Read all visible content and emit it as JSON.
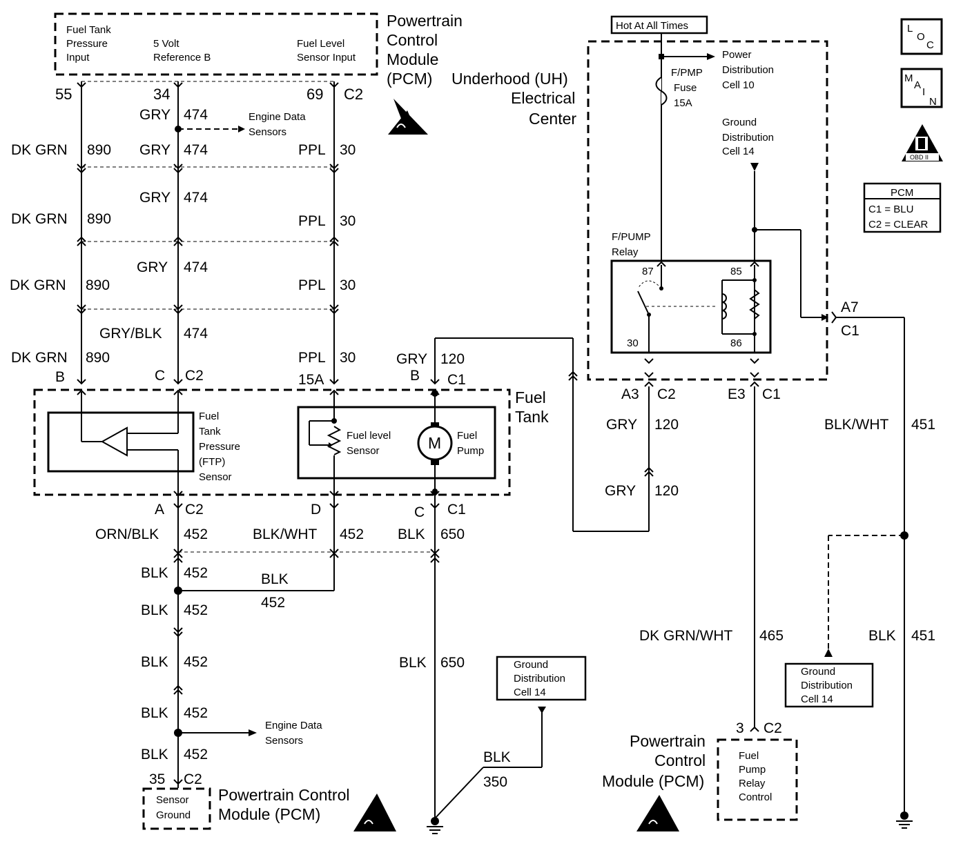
{
  "pcm_top": {
    "pin_labels": [
      "Fuel Tank",
      "Pressure",
      "Input",
      "5 Volt",
      "Reference B",
      "Fuel Level",
      "Sensor Input"
    ],
    "title": [
      "Powertrain",
      "Control",
      "Module",
      "(PCM)"
    ],
    "pins": [
      "55",
      "34",
      "69",
      "C2"
    ]
  },
  "wires_left": {
    "engine_data_top": [
      "Engine Data",
      "Sensors"
    ],
    "rows": [
      [
        "GRY",
        "474"
      ],
      [
        "DK GRN",
        "890",
        "GRY",
        "474",
        "PPL",
        "30"
      ],
      [
        "GRY",
        "474"
      ],
      [
        "DK GRN",
        "890",
        "PPL",
        "30"
      ],
      [
        "GRY",
        "474"
      ],
      [
        "DK GRN",
        "890",
        "PPL",
        "30"
      ],
      [
        "GRY/BLK",
        "474"
      ],
      [
        "DK GRN",
        "890",
        "PPL",
        "30",
        "GRY",
        "120"
      ]
    ],
    "connector_top": [
      "B",
      "C",
      "C2",
      "15A",
      "B",
      "C1"
    ]
  },
  "fuel_tank": {
    "title": [
      "Fuel",
      "Tank"
    ],
    "ftp": [
      "Fuel",
      "Tank",
      "Pressure",
      "(FTP)",
      "Sensor"
    ],
    "level": [
      "Fuel level",
      "Sensor"
    ],
    "pump": [
      "Fuel",
      "Pump"
    ],
    "motor": "M"
  },
  "bottom_left": {
    "connector": [
      "A",
      "C2",
      "D",
      "C",
      "C1"
    ],
    "rows": [
      [
        "ORN/BLK",
        "452",
        "BLK/WHT",
        "452",
        "BLK",
        "650"
      ],
      [
        "BLK",
        "452",
        "BLK",
        "452"
      ],
      [
        "BLK",
        "452"
      ],
      [
        "BLK",
        "452",
        "BLK",
        "650"
      ],
      [
        "BLK",
        "452"
      ],
      [
        "BLK",
        "452"
      ],
      [
        "35",
        "C2"
      ]
    ],
    "engine_data": [
      "Engine Data",
      "Sensors"
    ],
    "sensor_ground": [
      "Sensor",
      "Ground"
    ],
    "pcm": [
      "Powertrain Control",
      "Module (PCM)"
    ],
    "gnd_box": [
      "Ground",
      "Distribution",
      "Cell 14"
    ],
    "blk350": [
      "BLK",
      "350"
    ]
  },
  "uh": {
    "hot": "Hot At All Times",
    "title": [
      "Underhood (UH)",
      "Electrical",
      "Center"
    ],
    "power_dist": [
      "Power",
      "Distribution",
      "Cell 10"
    ],
    "fuse": [
      "F/PMP",
      "Fuse",
      "15A"
    ],
    "ground_dist": [
      "Ground",
      "Distribution",
      "Cell 14"
    ],
    "relay": [
      "F/PUMP",
      "Relay"
    ],
    "relay_pins": [
      "87",
      "85",
      "30",
      "86"
    ],
    "a7": [
      "A7",
      "C1"
    ],
    "bottom_conn": [
      "A3",
      "C2",
      "E3",
      "C1"
    ],
    "gry120": [
      "GRY",
      "120",
      "GRY",
      "120"
    ],
    "blkwht451": [
      "BLK/WHT",
      "451"
    ],
    "dkgrnwht": [
      "DK GRN/WHT",
      "465"
    ],
    "blk451": [
      "BLK",
      "451"
    ],
    "gnd_box2": [
      "Ground",
      "Distribution",
      "Cell 14"
    ],
    "pcm_conn": [
      "3",
      "C2"
    ],
    "pcm": [
      "Powertrain",
      "Control",
      "Module (PCM)"
    ],
    "relay_ctrl": [
      "Fuel",
      "Pump",
      "Relay",
      "Control"
    ]
  },
  "legend": {
    "loc": [
      "L",
      "O",
      "C"
    ],
    "main": [
      "M",
      "A",
      "I",
      "N"
    ],
    "obd": [
      "OBD II"
    ],
    "pcm": [
      "PCM",
      "C1 = BLU",
      "C2 = CLEAR"
    ]
  }
}
